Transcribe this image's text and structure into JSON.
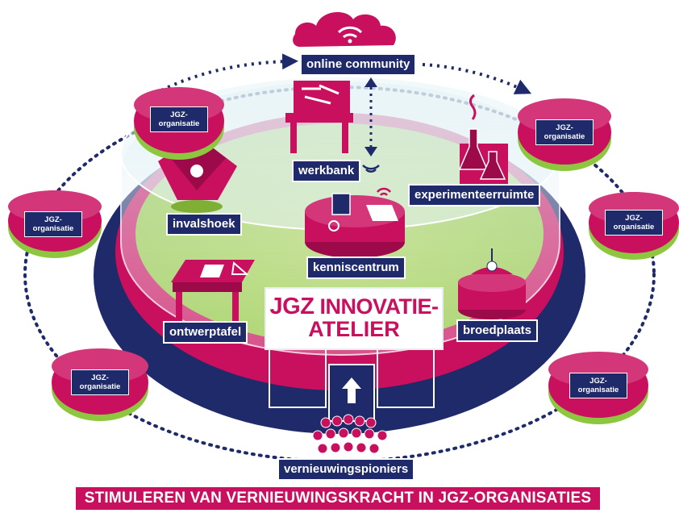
{
  "title": {
    "line1_a": "JGZ",
    "line1_b": "INNOVATIE-",
    "line2": "ATELIER"
  },
  "stations": {
    "online_community": "online community",
    "werkbank": "werkbank",
    "experimenteerruimte": "experimenteerruimte",
    "invalshoek": "invalshoek",
    "kenniscentrum": "kenniscentrum",
    "ontwerptafel": "ontwerptafel",
    "broedplaats": "broedplaats",
    "vernieuwingspioniers": "vernieuwingspioniers"
  },
  "organisations": [
    {
      "line1": "JGZ-",
      "line2": "organisatie"
    },
    {
      "line1": "JGZ-",
      "line2": "organisatie"
    },
    {
      "line1": "JGZ-",
      "line2": "organisatie"
    },
    {
      "line1": "JGZ-",
      "line2": "organisatie"
    },
    {
      "line1": "JGZ-",
      "line2": "organisatie"
    },
    {
      "line1": "JGZ-",
      "line2": "organisatie"
    }
  ],
  "banner": "STIMULEREN VAN VERNIEUWINGSKRACHT IN JGZ-ORGANISATIES",
  "colors": {
    "magenta": "#c8105f",
    "navy": "#1f2a6b",
    "green": "#8dc63f",
    "light_green": "#b5d96b",
    "white": "#ffffff"
  },
  "icons": [
    "cloud-wifi-icon",
    "toolbox-icon",
    "lab-flask-icon",
    "lightbulb-icon",
    "laptop-icon",
    "drafting-table-icon",
    "incubator-icon",
    "people-crowd-icon",
    "up-arrow-icon",
    "right-arrow-icon",
    "left-arrow-icon"
  ]
}
